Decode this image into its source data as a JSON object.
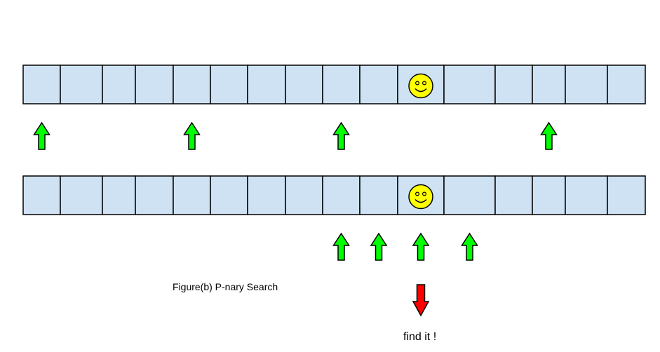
{
  "caption": "Figure(b) P-nary Search",
  "result_text": "find it !",
  "colors": {
    "cell_fill": "#cfe2f3",
    "cell_stroke": "#000000",
    "probe_arrow": "#00ff00",
    "found_arrow": "#ff0000",
    "smiley_fill": "#ffff00"
  },
  "array": {
    "cell_count": 16,
    "target_index": 10,
    "target_icon": "smiley-face-icon"
  },
  "rows": [
    {
      "name": "row-1",
      "probe_indices": [
        0,
        4,
        8,
        13
      ]
    },
    {
      "name": "row-2",
      "probe_indices": [
        8,
        9,
        10,
        11
      ],
      "found_index": 10
    }
  ]
}
